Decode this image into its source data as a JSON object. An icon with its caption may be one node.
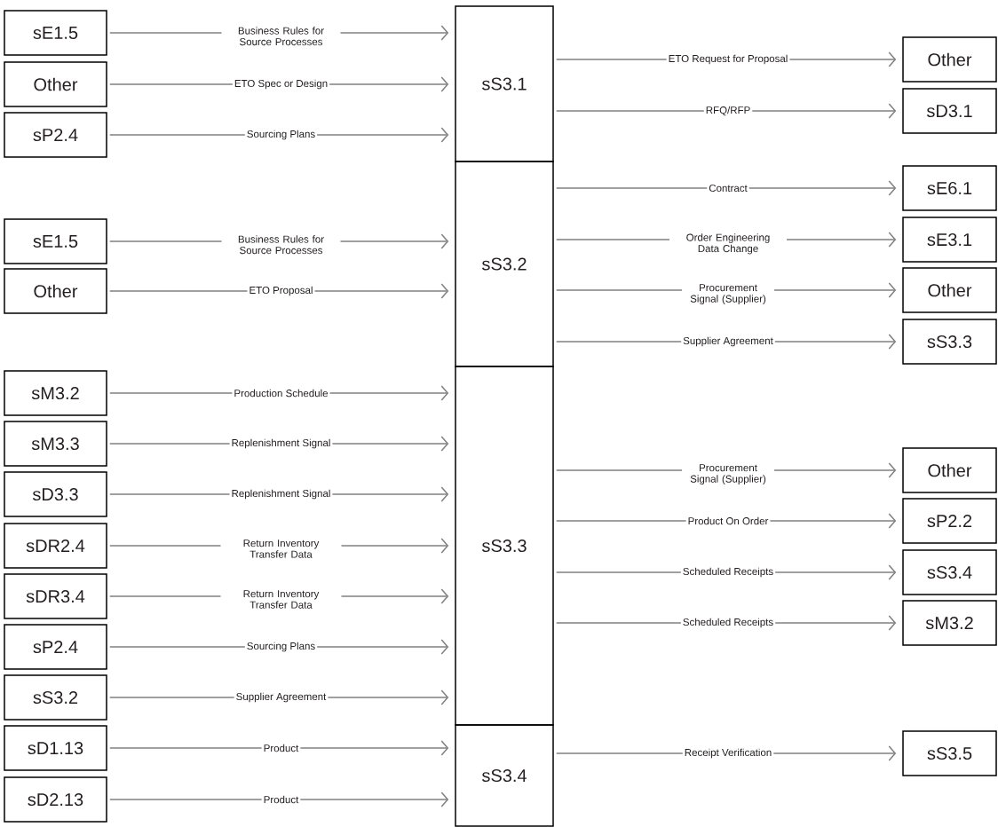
{
  "diagram": {
    "nodes": [
      {
        "text": [
          "sE1.5"
        ]
      },
      {
        "text": [
          "Other"
        ]
      },
      {
        "text": [
          "sP2.4"
        ]
      },
      {
        "text": [
          "sE1.5"
        ]
      },
      {
        "text": [
          "Other"
        ]
      },
      {
        "text": [
          "sM3.2"
        ]
      },
      {
        "text": [
          "sM3.3"
        ]
      },
      {
        "text": [
          "sD3.3"
        ]
      },
      {
        "text": [
          "sDR2.4"
        ]
      },
      {
        "text": [
          "sDR3.4"
        ]
      },
      {
        "text": [
          "sP2.4"
        ]
      },
      {
        "text": [
          "sS3.2"
        ]
      },
      {
        "text": [
          "sD1.13"
        ]
      },
      {
        "text": [
          "sD2.13"
        ]
      },
      {
        "text": [
          "sS3.1"
        ]
      },
      {
        "text": [
          "sS3.2"
        ]
      },
      {
        "text": [
          "sS3.3"
        ]
      },
      {
        "text": [
          "sS3.4"
        ]
      },
      {
        "text": [
          "Other"
        ]
      },
      {
        "text": [
          "sD3.1"
        ]
      },
      {
        "text": [
          "sE6.1"
        ]
      },
      {
        "text": [
          "sE3.1"
        ]
      },
      {
        "text": [
          "Other"
        ]
      },
      {
        "text": [
          "sS3.3"
        ]
      },
      {
        "text": [
          "Other"
        ]
      },
      {
        "text": [
          "sP2.2"
        ]
      },
      {
        "text": [
          "sS3.4"
        ]
      },
      {
        "text": [
          "sM3.2"
        ]
      },
      {
        "text": [
          "sS3.5"
        ]
      }
    ],
    "edges": [
      {
        "from": 0,
        "to": 14,
        "arrow": "to",
        "label": "Business Rules for Source Processes"
      },
      {
        "from": 1,
        "to": 14,
        "arrow": "to",
        "label": "ETO Spec or Design"
      },
      {
        "from": 2,
        "to": 14,
        "arrow": "to",
        "label": "Sourcing Plans"
      },
      {
        "from": 3,
        "to": 15,
        "arrow": "to",
        "label": "Business Rules for Source Processes"
      },
      {
        "from": 4,
        "to": 15,
        "arrow": "to",
        "label": "ETO Proposal"
      },
      {
        "from": 5,
        "to": 16,
        "arrow": "to",
        "label": "Production Schedule"
      },
      {
        "from": 6,
        "to": 16,
        "arrow": "to",
        "label": "Replenishment Signal"
      },
      {
        "from": 7,
        "to": 16,
        "arrow": "to",
        "label": "Replenishment Signal"
      },
      {
        "from": 8,
        "to": 16,
        "arrow": "to",
        "label": "Return Inventory Transfer Data"
      },
      {
        "from": 9,
        "to": 16,
        "arrow": "to",
        "label": "Return Inventory Transfer Data"
      },
      {
        "from": 10,
        "to": 16,
        "arrow": "to",
        "label": "Sourcing Plans"
      },
      {
        "from": 11,
        "to": 16,
        "arrow": "to",
        "label": "Supplier Agreement"
      },
      {
        "from": 12,
        "to": 17,
        "arrow": "to",
        "label": "Product"
      },
      {
        "from": 13,
        "to": 17,
        "arrow": "to",
        "label": "Product"
      },
      {
        "from": 14,
        "to": 18,
        "arrow": "to",
        "label": "ETO Request for Proposal"
      },
      {
        "from": 14,
        "to": 19,
        "arrow": "to",
        "label": "RFQ/RFP"
      },
      {
        "from": 15,
        "to": 20,
        "arrow": "to",
        "label": "Contract"
      },
      {
        "from": 15,
        "to": 21,
        "arrow": "to",
        "label": "Order Engineering Data Change"
      },
      {
        "from": 15,
        "to": 22,
        "arrow": "to",
        "label": "Procurement Signal (Supplier)"
      },
      {
        "from": 15,
        "to": 23,
        "arrow": "to",
        "label": "Supplier Agreement"
      },
      {
        "from": 16,
        "to": 24,
        "arrow": "to",
        "label": "Procurement Signal (Supplier)"
      },
      {
        "from": 16,
        "to": 25,
        "arrow": "to",
        "label": "Product On Order"
      },
      {
        "from": 16,
        "to": 26,
        "arrow": "to",
        "label": "Scheduled Receipts"
      },
      {
        "from": 16,
        "to": 27,
        "arrow": "to",
        "label": "Scheduled Receipts"
      },
      {
        "from": 17,
        "to": 28,
        "arrow": "to",
        "label": "Receipt Verification"
      }
    ]
  }
}
